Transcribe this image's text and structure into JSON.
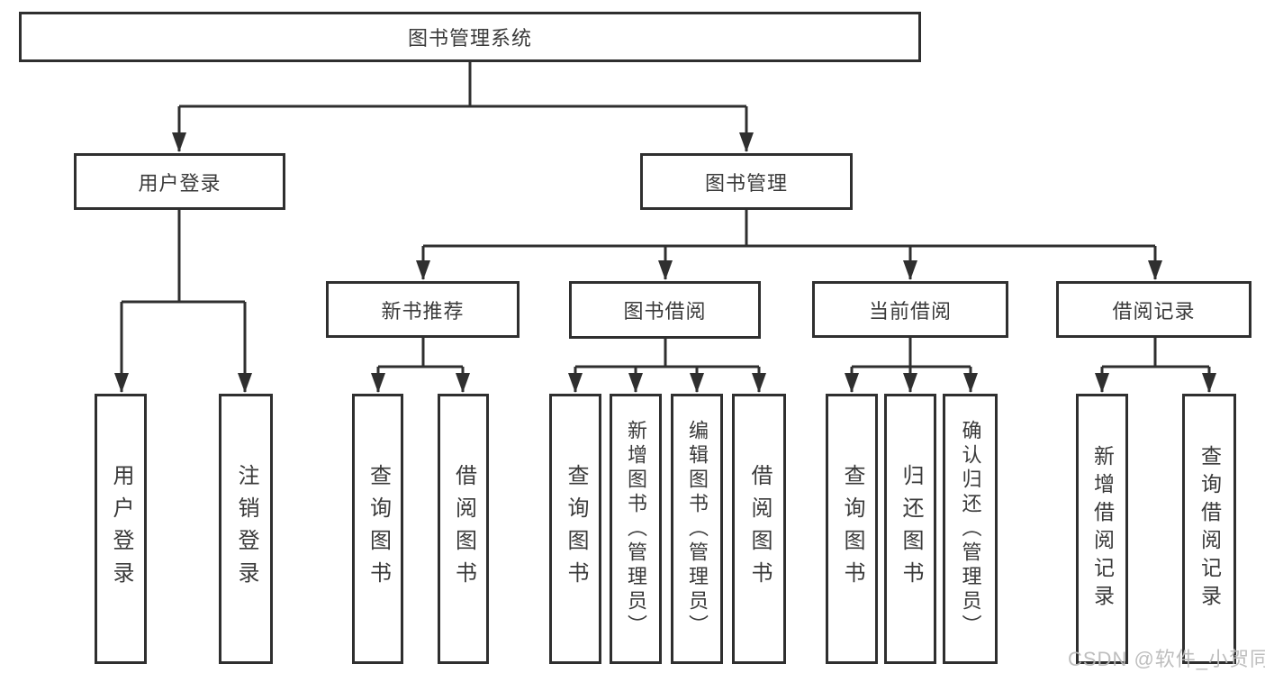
{
  "diagram": {
    "title": "图书管理系统",
    "branches": [
      {
        "label": "用户登录",
        "children": [
          "用户登录",
          "注销登录"
        ]
      },
      {
        "label": "图书管理",
        "modules": [
          {
            "label": "新书推荐",
            "children": [
              "查询图书",
              "借阅图书"
            ]
          },
          {
            "label": "图书借阅",
            "children": [
              "查询图书",
              "新增图书（管理员）",
              "编辑图书（管理员）",
              "借阅图书"
            ]
          },
          {
            "label": "当前借阅",
            "children": [
              "查询图书",
              "归还图书",
              "确认归还（管理员）"
            ]
          },
          {
            "label": "借阅记录",
            "children": [
              "新增借阅记录",
              "查询借阅记录"
            ]
          }
        ]
      }
    ]
  },
  "watermark": "CSDN @软件_小贺同学",
  "colors": {
    "line": "#2f2f2f",
    "text": "#3a3a3a",
    "box_background": "#ffffff",
    "watermark": "#b9b9b9"
  }
}
